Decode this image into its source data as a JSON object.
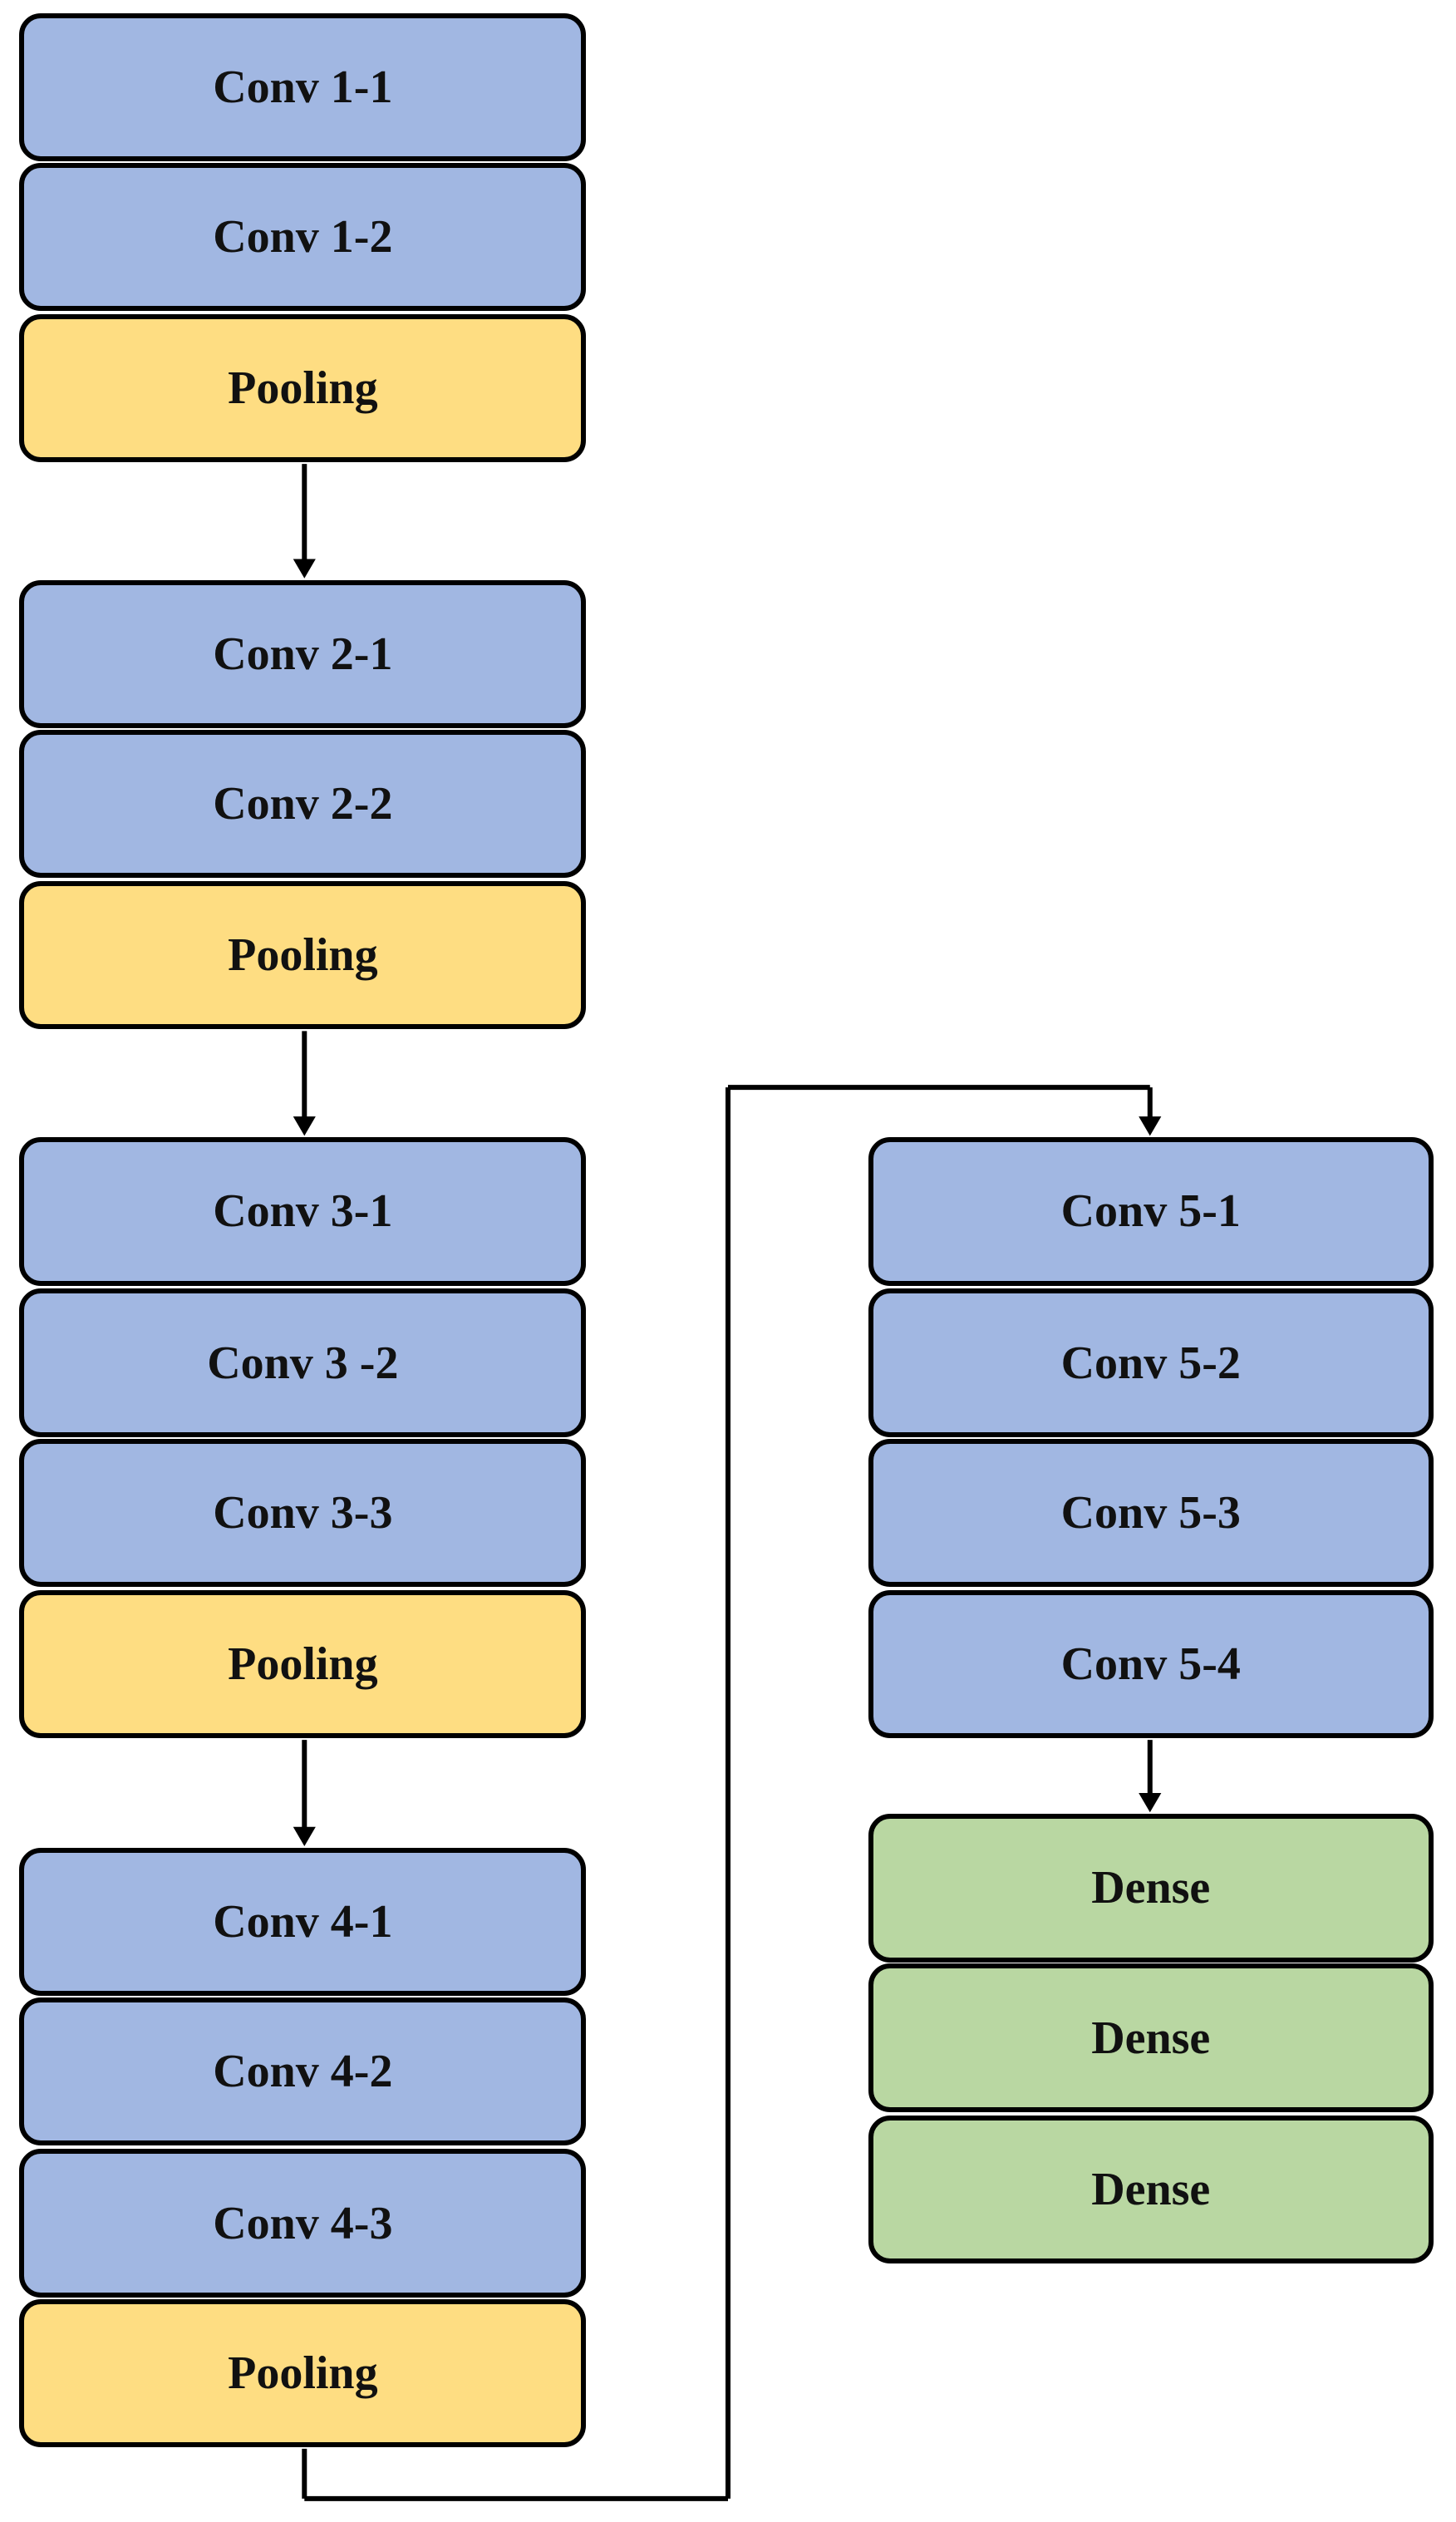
{
  "colors": {
    "conv": "#a1b7e2",
    "pooling": "#fedd82",
    "dense": "#b9d7a2",
    "border": "#000000",
    "arrow": "#000000"
  },
  "left_column": [
    {
      "label": "Conv 1-1",
      "kind": "conv"
    },
    {
      "label": "Conv 1-2",
      "kind": "conv"
    },
    {
      "label": "Pooling",
      "kind": "pooling"
    },
    {
      "label": "Conv 2-1",
      "kind": "conv"
    },
    {
      "label": "Conv 2-2",
      "kind": "conv"
    },
    {
      "label": "Pooling",
      "kind": "pooling"
    },
    {
      "label": "Conv 3-1",
      "kind": "conv"
    },
    {
      "label": "Conv 3 -2",
      "kind": "conv"
    },
    {
      "label": "Conv 3-3",
      "kind": "conv"
    },
    {
      "label": "Pooling",
      "kind": "pooling"
    },
    {
      "label": "Conv 4-1",
      "kind": "conv"
    },
    {
      "label": "Conv 4-2",
      "kind": "conv"
    },
    {
      "label": "Conv 4-3",
      "kind": "conv"
    },
    {
      "label": "Pooling",
      "kind": "pooling"
    }
  ],
  "right_column": [
    {
      "label": "Conv 5-1",
      "kind": "conv"
    },
    {
      "label": "Conv 5-2",
      "kind": "conv"
    },
    {
      "label": "Conv 5-3",
      "kind": "conv"
    },
    {
      "label": "Conv 5-4",
      "kind": "conv"
    },
    {
      "label": "Dense",
      "kind": "dense"
    },
    {
      "label": "Dense",
      "kind": "dense"
    },
    {
      "label": "Dense",
      "kind": "dense"
    }
  ]
}
